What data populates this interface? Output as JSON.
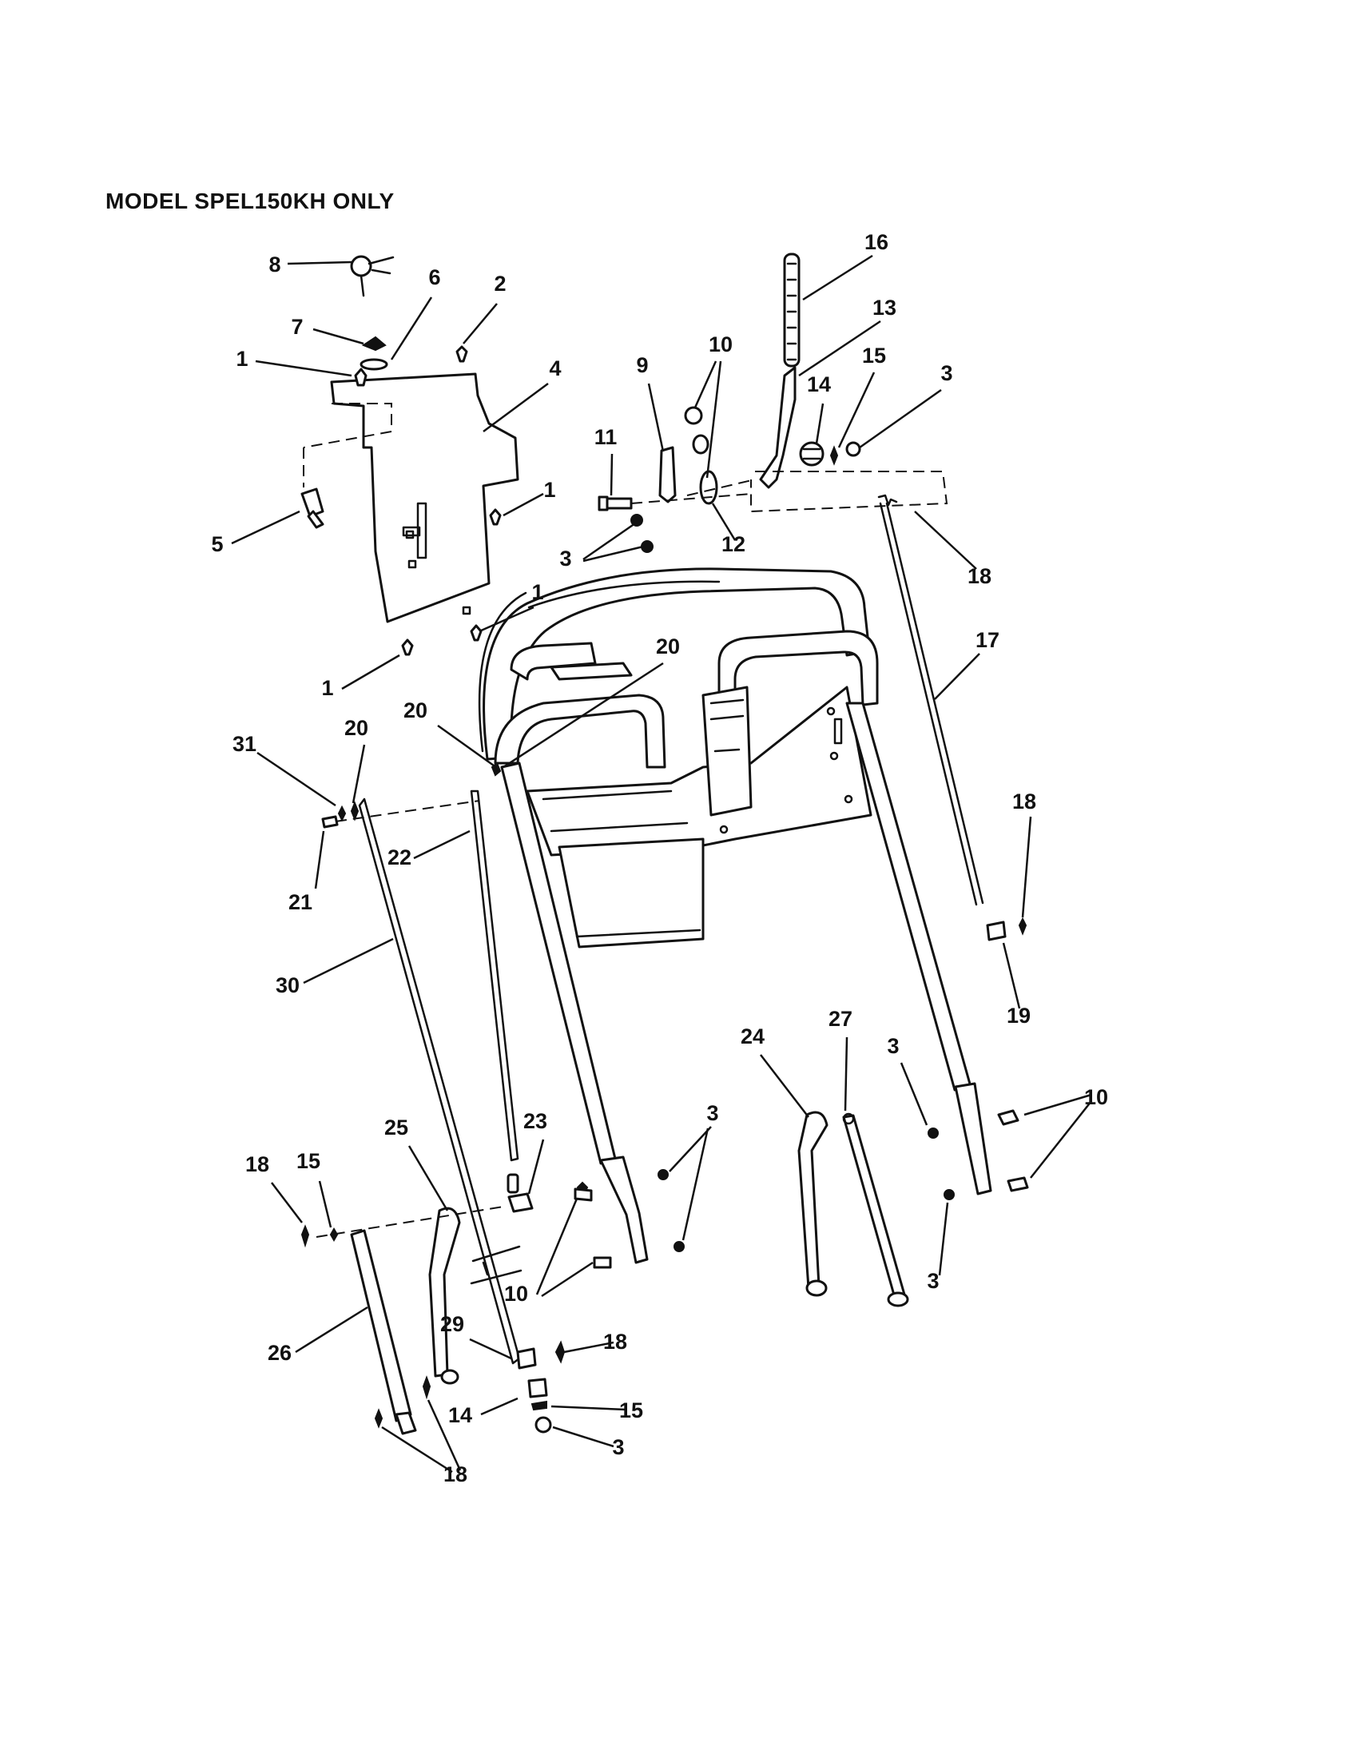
{
  "header": {
    "title": "MODEL SPEL150KH ONLY"
  },
  "callouts": [
    {
      "id": "c8",
      "label": "8"
    },
    {
      "id": "c2",
      "label": "2"
    },
    {
      "id": "c7",
      "label": "7"
    },
    {
      "id": "c6",
      "label": "6"
    },
    {
      "id": "c1a",
      "label": "1"
    },
    {
      "id": "c4",
      "label": "4"
    },
    {
      "id": "c5",
      "label": "5"
    },
    {
      "id": "c1b",
      "label": "1"
    },
    {
      "id": "c1c",
      "label": "1"
    },
    {
      "id": "c1d",
      "label": "1"
    },
    {
      "id": "c16",
      "label": "16"
    },
    {
      "id": "c13",
      "label": "13"
    },
    {
      "id": "c10a",
      "label": "10"
    },
    {
      "id": "c9",
      "label": "9"
    },
    {
      "id": "c15a",
      "label": "15"
    },
    {
      "id": "c14a",
      "label": "14"
    },
    {
      "id": "c3a",
      "label": "3"
    },
    {
      "id": "c11",
      "label": "11"
    },
    {
      "id": "c3b",
      "label": "3"
    },
    {
      "id": "c12",
      "label": "12"
    },
    {
      "id": "c18a",
      "label": "18"
    },
    {
      "id": "c17",
      "label": "17"
    },
    {
      "id": "c20a",
      "label": "20"
    },
    {
      "id": "c20b",
      "label": "20"
    },
    {
      "id": "c31",
      "label": "31"
    },
    {
      "id": "c20c",
      "label": "20"
    },
    {
      "id": "c22",
      "label": "22"
    },
    {
      "id": "c21",
      "label": "21"
    },
    {
      "id": "c18b",
      "label": "18"
    },
    {
      "id": "c19",
      "label": "19"
    },
    {
      "id": "c30",
      "label": "30"
    },
    {
      "id": "c24",
      "label": "24"
    },
    {
      "id": "c27",
      "label": "27"
    },
    {
      "id": "c3c",
      "label": "3"
    },
    {
      "id": "c10b",
      "label": "10"
    },
    {
      "id": "c3d",
      "label": "3"
    },
    {
      "id": "c23",
      "label": "23"
    },
    {
      "id": "c25",
      "label": "25"
    },
    {
      "id": "c18c",
      "label": "18"
    },
    {
      "id": "c15b",
      "label": "15"
    },
    {
      "id": "c10c",
      "label": "10"
    },
    {
      "id": "c3e",
      "label": "3"
    },
    {
      "id": "c26",
      "label": "26"
    },
    {
      "id": "c29",
      "label": "29"
    },
    {
      "id": "c18d",
      "label": "18"
    },
    {
      "id": "c14b",
      "label": "14"
    },
    {
      "id": "c15c",
      "label": "15"
    },
    {
      "id": "c3f",
      "label": "3"
    },
    {
      "id": "c18e",
      "label": "18"
    }
  ]
}
